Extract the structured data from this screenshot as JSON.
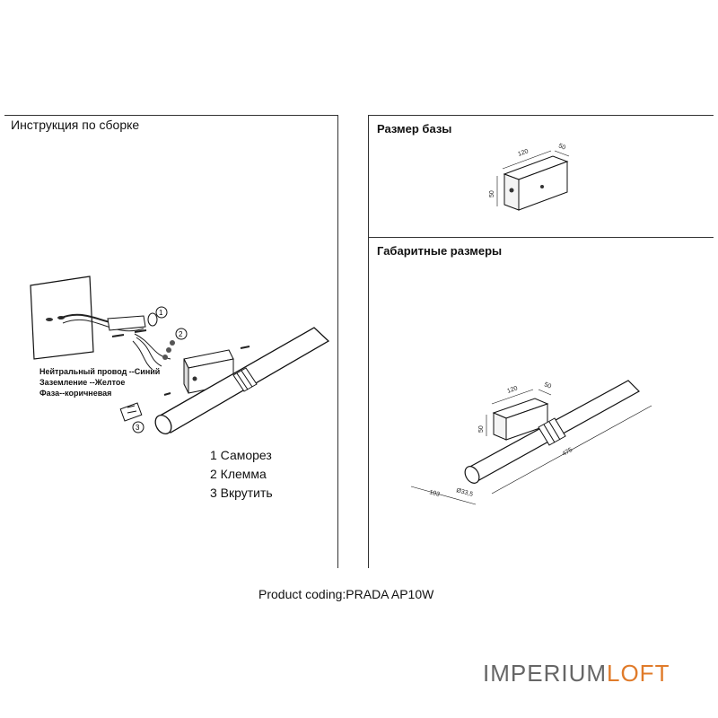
{
  "left_panel": {
    "title": "Инструкция по сборке",
    "wire_labels": [
      "Нейтральный провод --Синий",
      "Заземление --Желтое",
      "Фаза--коричневая"
    ],
    "callouts": [
      "①",
      "②",
      "③"
    ],
    "steps": [
      "1 Саморез",
      "2 Клемма",
      "3 Вкрутить"
    ]
  },
  "base_panel": {
    "title": "Размер базы",
    "dims": {
      "length": "120",
      "depth": "50",
      "height": "50"
    }
  },
  "dims_panel": {
    "title": "Габаритные размеры",
    "dims": {
      "length": "120",
      "depth": "50",
      "height": "50",
      "total": "475",
      "offset": "103",
      "diameter": "Ø33,5"
    }
  },
  "footer": {
    "product_coding": "Product coding:PRADA AP10W"
  },
  "brand": {
    "part1": "IMPERIUM",
    "part2": "LOFT",
    "color1": "#666666",
    "color2": "#e07b2a"
  }
}
